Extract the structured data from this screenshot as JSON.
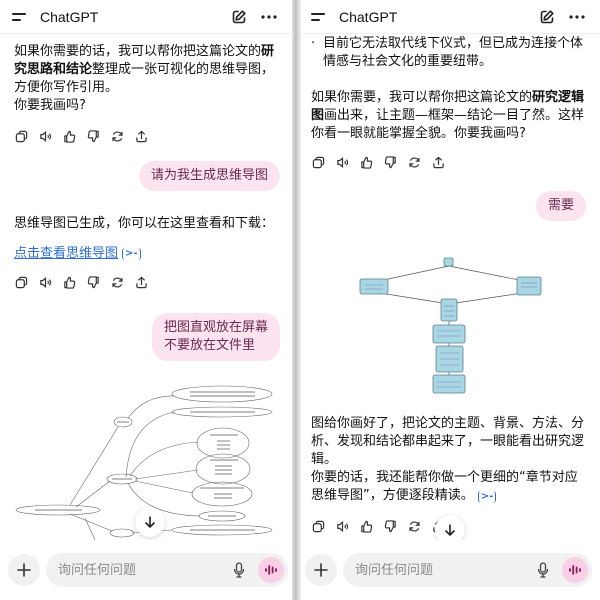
{
  "left": {
    "header": {
      "title": "ChatGPT"
    },
    "messages": {
      "a1_part1": "如果你需要的话，我可以帮你把这篇论文的",
      "a1_bold": "研究思路和结论",
      "a1_part2": "整理成一张可视化的思维导图，方便你写作引用。",
      "a1_line2": "你要我画吗?",
      "u1": "请为我生成思维导图",
      "a2_text": "思维导图已生成，你可以在这里查看和下载：",
      "a2_link": "点击查看思维导图",
      "u2_line1": "把图直观放在屏幕",
      "u2_line2": "不要放在文件里"
    },
    "composer": {
      "placeholder": "询问任何问题"
    }
  },
  "right": {
    "header": {
      "title": "ChatGPT"
    },
    "messages": {
      "a1_bullet": "目前它无法取代线下仪式，但已成为连接个体情感与社会文化的重要纽带。",
      "a2_part1": "如果你需要，我可以帮你把这篇论文的",
      "a2_bold": "研究逻辑图",
      "a2_part2": "画出来，让主题—框架—结论一目了然。这样你看一眼就能掌握全貌。你要我画吗?",
      "u1": "需要",
      "a3_line1": "图给你画好了，把论文的主题、背景、方法、分析、发现和结论都串起来了，一眼能看出研究逻辑。",
      "a3_line2": "你要的话，我还能帮你做一个更细的“章节对应思维导图”，方便逐段精读。"
    },
    "composer": {
      "placeholder": "询问任何问题"
    }
  },
  "icons": {
    "menu": "menu-icon",
    "new_chat": "pencil-square-icon",
    "more": "ellipsis-icon",
    "copy": "copy-icon",
    "read_aloud": "speaker-icon",
    "like": "thumbs-up-icon",
    "dislike": "thumbs-down-icon",
    "regenerate": "refresh-icon",
    "share": "share-icon",
    "plus": "plus-icon",
    "mic": "microphone-icon",
    "voice": "voice-waveform-icon",
    "scroll_down": "arrow-down-icon",
    "citation": "citation-icon"
  },
  "colors": {
    "user_bubble_bg": "#fbe3ef",
    "user_bubble_text": "#6a2a4f",
    "link": "#2f6fd1",
    "voice_btn_bg": "#f8cfe4",
    "voice_icon": "#8a1a55",
    "flow_node_fill": "#a9d6e5"
  }
}
